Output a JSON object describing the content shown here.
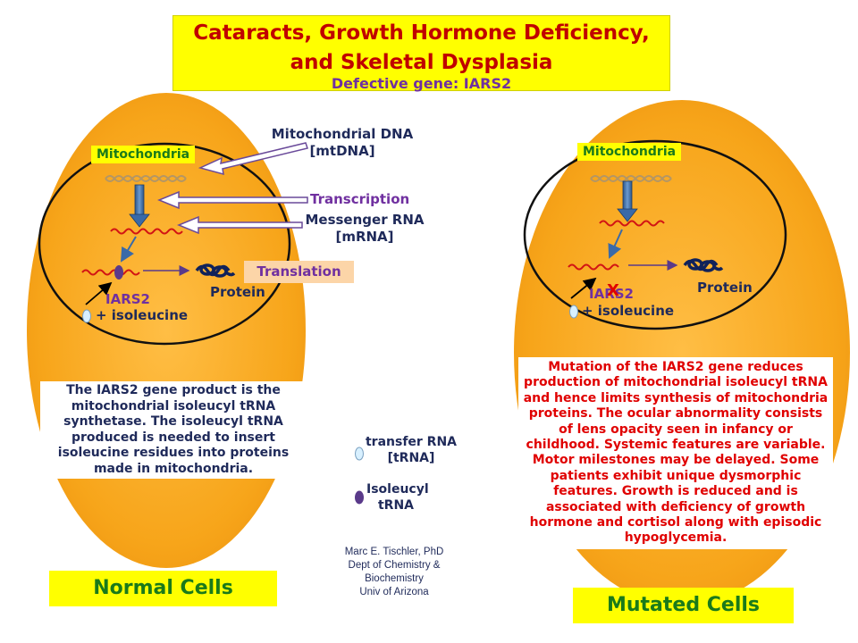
{
  "title": {
    "line1": "Cataracts, Growth Hormone Deficiency,",
    "line2": "and Skeletal Dysplasia",
    "line3": "Defective gene: IARS2"
  },
  "normal": {
    "mitochondria_label": "Mitochondria",
    "transcription_label": "Transcription",
    "translation_label": "Translation",
    "protein_label": "Protein",
    "iars2_label": "IARS2",
    "isoleucine_label": "+ isoleucine",
    "description": "The IARS2 gene product is the mitochondrial isoleucyl tRNA synthetase. The isoleucyl tRNA produced is needed to insert isoleucine residues into proteins made in mitochondria.",
    "cells_label": "Normal Cells"
  },
  "mutated": {
    "mitochondria_label": "Mitochondria",
    "protein_label": "Protein",
    "iars2_label": "IARS2",
    "mutation_mark": "X",
    "isoleucine_label": "+ isoleucine",
    "description": "Mutation of the IARS2 gene reduces production of mitochondrial isoleucyl tRNA and hence limits synthesis of mitochondria proteins. The ocular abnormality consists of lens opacity seen in infancy or childhood. Systemic features are variable. Motor milestones may be delayed. Some patients exhibit unique dysmorphic features. Growth is reduced and is associated with deficiency of growth hormone and cortisol along with episodic hypoglycemia.",
    "cells_label": "Mutated Cells"
  },
  "legend": {
    "mtdna_line1": "Mitochondrial DNA",
    "mtdna_line2": "[mtDNA]",
    "mrna_line1": "Messenger RNA",
    "mrna_line2": "[mRNA]",
    "trna_line1": "transfer RNA",
    "trna_line2": "[tRNA]",
    "isoleucyl_line1": "Isoleucyl",
    "isoleucyl_line2": "tRNA"
  },
  "credit": {
    "line1": "Marc E. Tischler, PhD",
    "line2": "Dept of Chemistry &",
    "line3": "Biochemistry",
    "line4": "Univ of Arizona"
  },
  "colors": {
    "cell_orange": "#f7a51a",
    "nucleus_outline": "#111111",
    "mrna_red": "#d21414",
    "dna_tan": "#b49664",
    "arrow_blue": "#3a6aa8",
    "protein_navy": "#10225a",
    "trna_lightblue": "#d8f0ff",
    "isoleucyl_purple": "#5a3a8a",
    "title_red": "#c00000",
    "purple_text": "#7030a0",
    "green_text": "#1a7a1a",
    "yellow_box": "#ffff00"
  }
}
